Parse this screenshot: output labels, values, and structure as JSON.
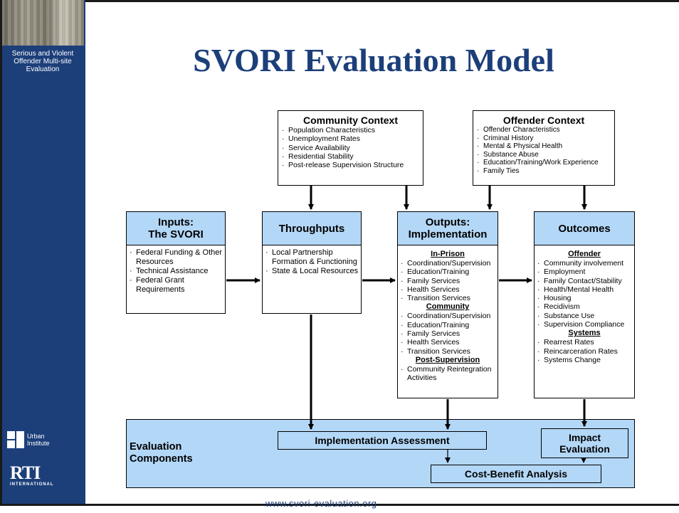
{
  "sidebar": {
    "caption": "Serious and Violent Offender Multi-site Evaluation",
    "urban_line1": "Urban",
    "urban_line2": "Institute",
    "rti_letters": "RTI",
    "rti_sub": "INTERNATIONAL"
  },
  "title": "SVORI Evaluation Model",
  "footer": "www.svori-evaluation.org",
  "community_context": {
    "title": "Community Context",
    "items": [
      "Population Characteristics",
      "Unemployment Rates",
      "Service Availability",
      "Residential Stability",
      "Post-release Supervision Structure"
    ]
  },
  "offender_context": {
    "title": "Offender Context",
    "items": [
      "Offender Characteristics",
      "Criminal History",
      "Mental & Physical Health",
      "Substance Abuse",
      "Education/Training/Work Experience",
      "Family Ties"
    ]
  },
  "inputs": {
    "title_line1": "Inputs:",
    "title_line2": "The SVORI",
    "items": [
      "Federal Funding & Other Resources",
      "Technical Assistance",
      "Federal Grant Requirements"
    ]
  },
  "throughputs": {
    "title": "Throughputs",
    "items": [
      "Local Partnership Formation & Functioning",
      "State & Local Resources"
    ]
  },
  "outputs": {
    "title_line1": "Outputs:",
    "title_line2": "Implementation",
    "in_prison_label": "In-Prison",
    "in_prison": [
      "Coordination/Supervision",
      "Education/Training",
      "Family Services",
      "Health Services",
      "Transition Services"
    ],
    "community_label": "Community",
    "community": [
      "Coordination/Supervision",
      "Education/Training",
      "Family Services",
      "Health Services",
      "Transition Services"
    ],
    "post_label": "Post-Supervision",
    "post": [
      "Community Reintegration Activities"
    ]
  },
  "outcomes": {
    "title": "Outcomes",
    "offender_label": "Offender",
    "offender": [
      "Community involvement",
      "Employment",
      "Family Contact/Stability",
      "Health/Mental Health",
      "Housing",
      "Recidivism",
      "Substance Use",
      "Supervision Compliance"
    ],
    "systems_label": "Systems",
    "systems": [
      "Rearrest Rates",
      "Reincarceration Rates",
      "Systems Change"
    ]
  },
  "evaluation": {
    "label_line1": "Evaluation",
    "label_line2": "Components",
    "implementation": "Implementation Assessment",
    "impact_line1": "Impact",
    "impact_line2": "Evaluation",
    "cost_benefit": "Cost-Benefit Analysis"
  },
  "colors": {
    "sidebar": "#1c3f7a",
    "box_fill": "#b3d7f7",
    "title": "#1c3f7a"
  }
}
